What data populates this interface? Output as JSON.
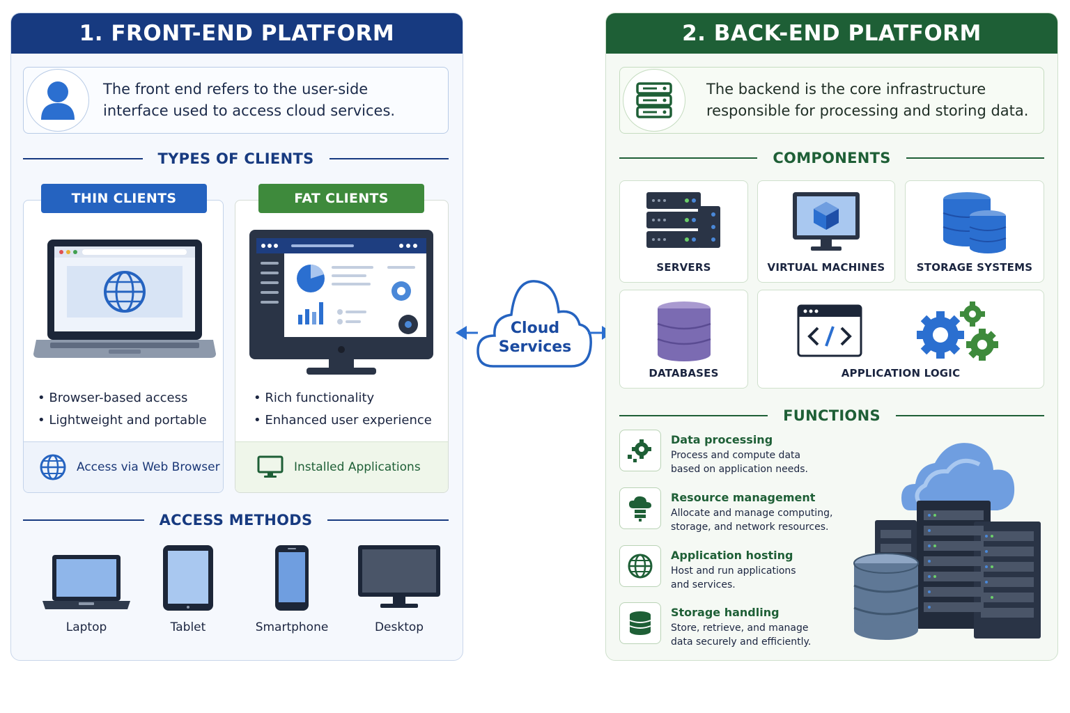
{
  "front": {
    "header": "1. FRONT-END PLATFORM",
    "intro": "The front end refers to the user-side interface used to access cloud services.",
    "types_title": "TYPES OF CLIENTS",
    "thin": {
      "label": "THIN CLIENTS",
      "bullets": [
        "Browser-based access",
        "Lightweight and portable"
      ],
      "footer": "Access via Web Browser"
    },
    "fat": {
      "label": "FAT CLIENTS",
      "bullets": [
        "Rich functionality",
        "Enhanced user experience"
      ],
      "footer": "Installed Applications"
    },
    "access_title": "ACCESS METHODS",
    "devices": [
      "Laptop",
      "Tablet",
      "Smartphone",
      "Desktop"
    ]
  },
  "center": {
    "line1": "Cloud",
    "line2": "Services"
  },
  "back": {
    "header": "2. BACK-END PLATFORM",
    "intro": "The backend is the core infrastructure responsible for processing and storing data.",
    "components_title": "COMPONENTS",
    "components": [
      "SERVERS",
      "VIRTUAL MACHINES",
      "STORAGE SYSTEMS",
      "DATABASES",
      "APPLICATION LOGIC"
    ],
    "functions_title": "FUNCTIONS",
    "functions": [
      {
        "title": "Data processing",
        "line1": "Process and compute data",
        "line2": "based on application needs."
      },
      {
        "title": "Resource management",
        "line1": "Allocate and manage computing,",
        "line2": "storage, and network resources."
      },
      {
        "title": "Application hosting",
        "line1": "Host and run applications",
        "line2": "and services."
      },
      {
        "title": "Storage handling",
        "line1": "Store, retrieve, and manage",
        "line2": "data securely and efficiently."
      }
    ]
  },
  "colors": {
    "front_primary": "#173a80",
    "back_primary": "#1e5f36",
    "thin_tab": "#2563c0",
    "fat_tab": "#3e8a3c"
  }
}
